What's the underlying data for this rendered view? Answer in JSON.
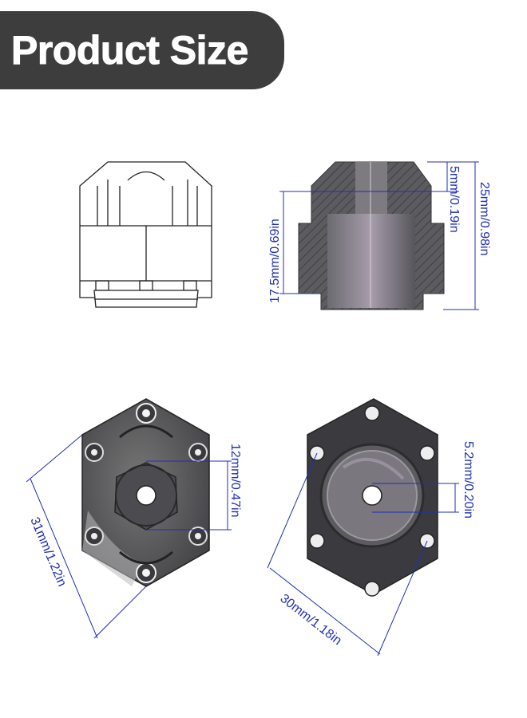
{
  "header": {
    "title": "Product Size"
  },
  "dimensions": {
    "height_inner": "17.5mm/0.69in",
    "step_depth": "5mm/0.19in",
    "height_total": "25mm/0.98in",
    "hex_width_front": "31mm/1.22in",
    "hex_bore": "12mm/0.47in",
    "hex_width_back": "30mm/1.18in",
    "center_hole": "5.2mm/0.20in"
  },
  "colors": {
    "banner": "#3d3d3d",
    "dimension": "#1f2fb5",
    "part": "#5a5a5e"
  }
}
